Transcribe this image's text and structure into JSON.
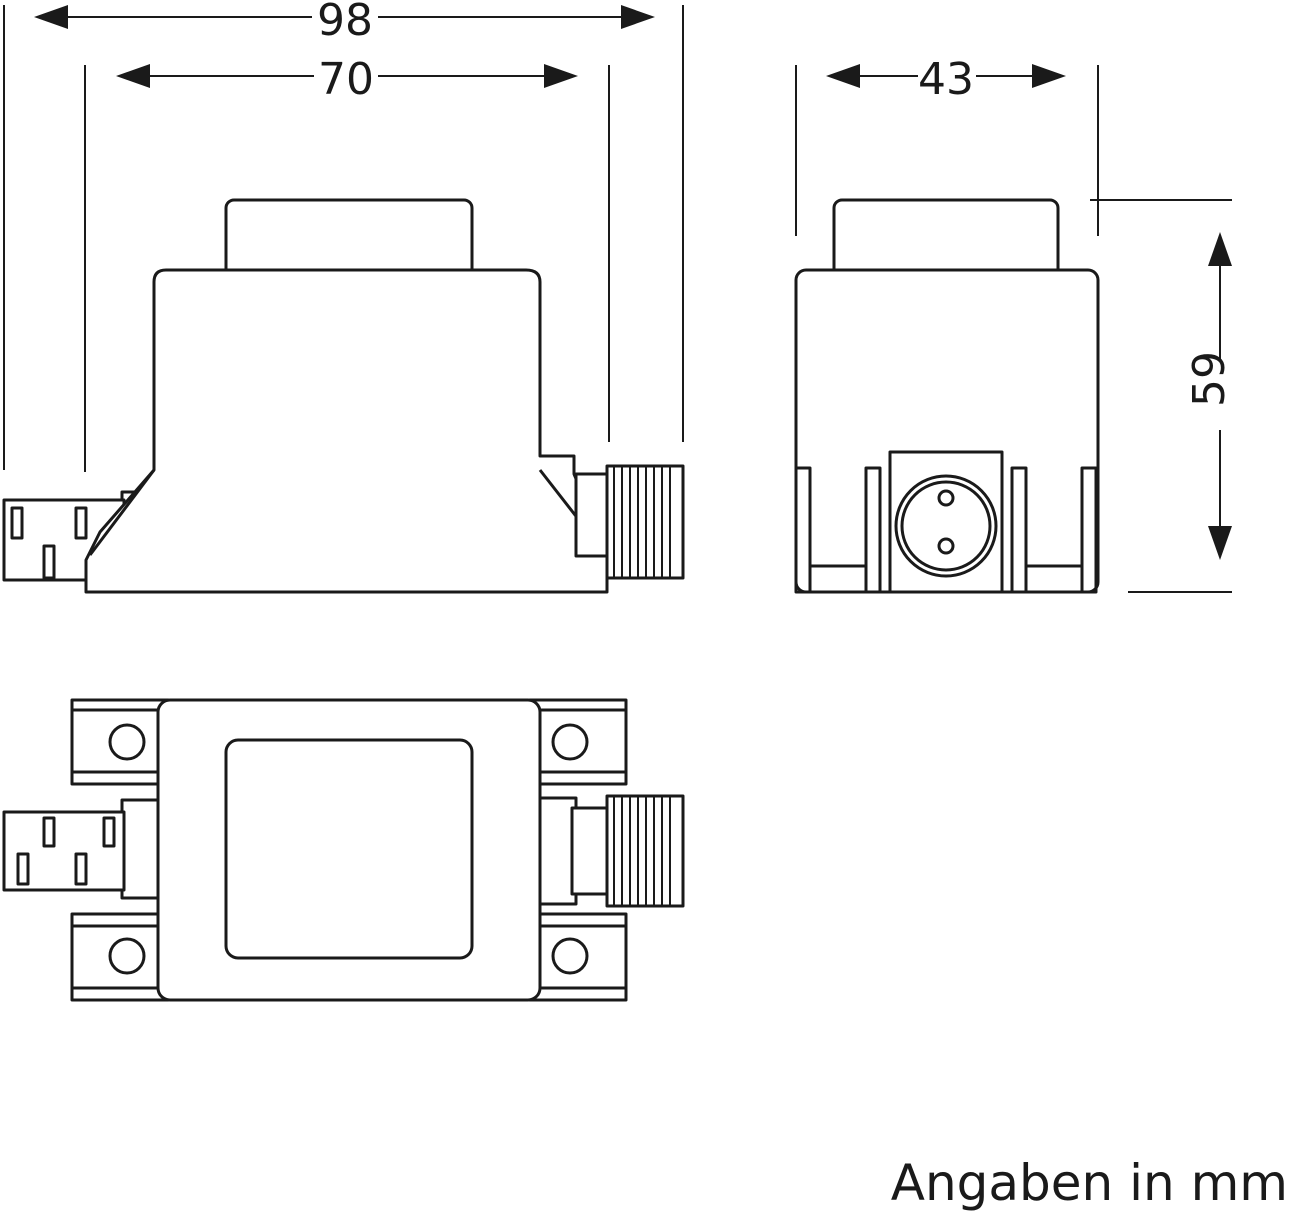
{
  "dimensions": {
    "overall_length": "98",
    "body_length": "70",
    "width": "43",
    "height": "59"
  },
  "caption": "Angaben in mm",
  "colors": {
    "line": "#1a1a1a",
    "background": "#ffffff"
  }
}
